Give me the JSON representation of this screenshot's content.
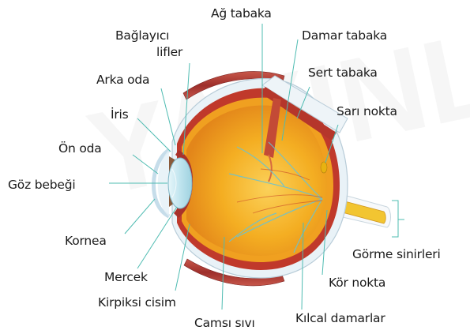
{
  "watermark": "YAYINLARI",
  "colors": {
    "leader": "#4fbcb2",
    "muscle": "#b8423a",
    "sclera": "#e8f1f6",
    "vitreous": "#f3a81e",
    "choroid": "#c0392b",
    "lens": "#bfe4ee"
  },
  "labels": {
    "ag_tabaka": "Ağ tabaka",
    "baglayici_1": "Bağlayıcı",
    "baglayici_2": "lifler",
    "damar_tabaka": "Damar tabaka",
    "sert_tabaka": "Sert tabaka",
    "arka_oda": "Arka oda",
    "iris": "İris",
    "sari_nokta": "Sarı nokta",
    "on_oda": "Ön oda",
    "goz_bebegi": "Göz bebeği",
    "gorme_sinirleri": "Görme sinirleri",
    "kornea": "Kornea",
    "mercek": "Mercek",
    "kor_nokta": "Kör nokta",
    "kirpiksi_cisim": "Kirpiksi cisim",
    "kilcal_damarlar": "Kılcal damarlar",
    "camsi_sivi": "Camsı sıvı"
  }
}
